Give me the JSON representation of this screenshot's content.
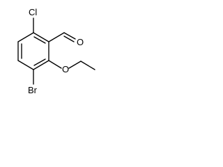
{
  "molecule": {
    "atoms": {
      "chlorine": "Cl",
      "oxygen_aldehyde": "O",
      "oxygen_ether": "O",
      "bromine": "Br"
    }
  }
}
